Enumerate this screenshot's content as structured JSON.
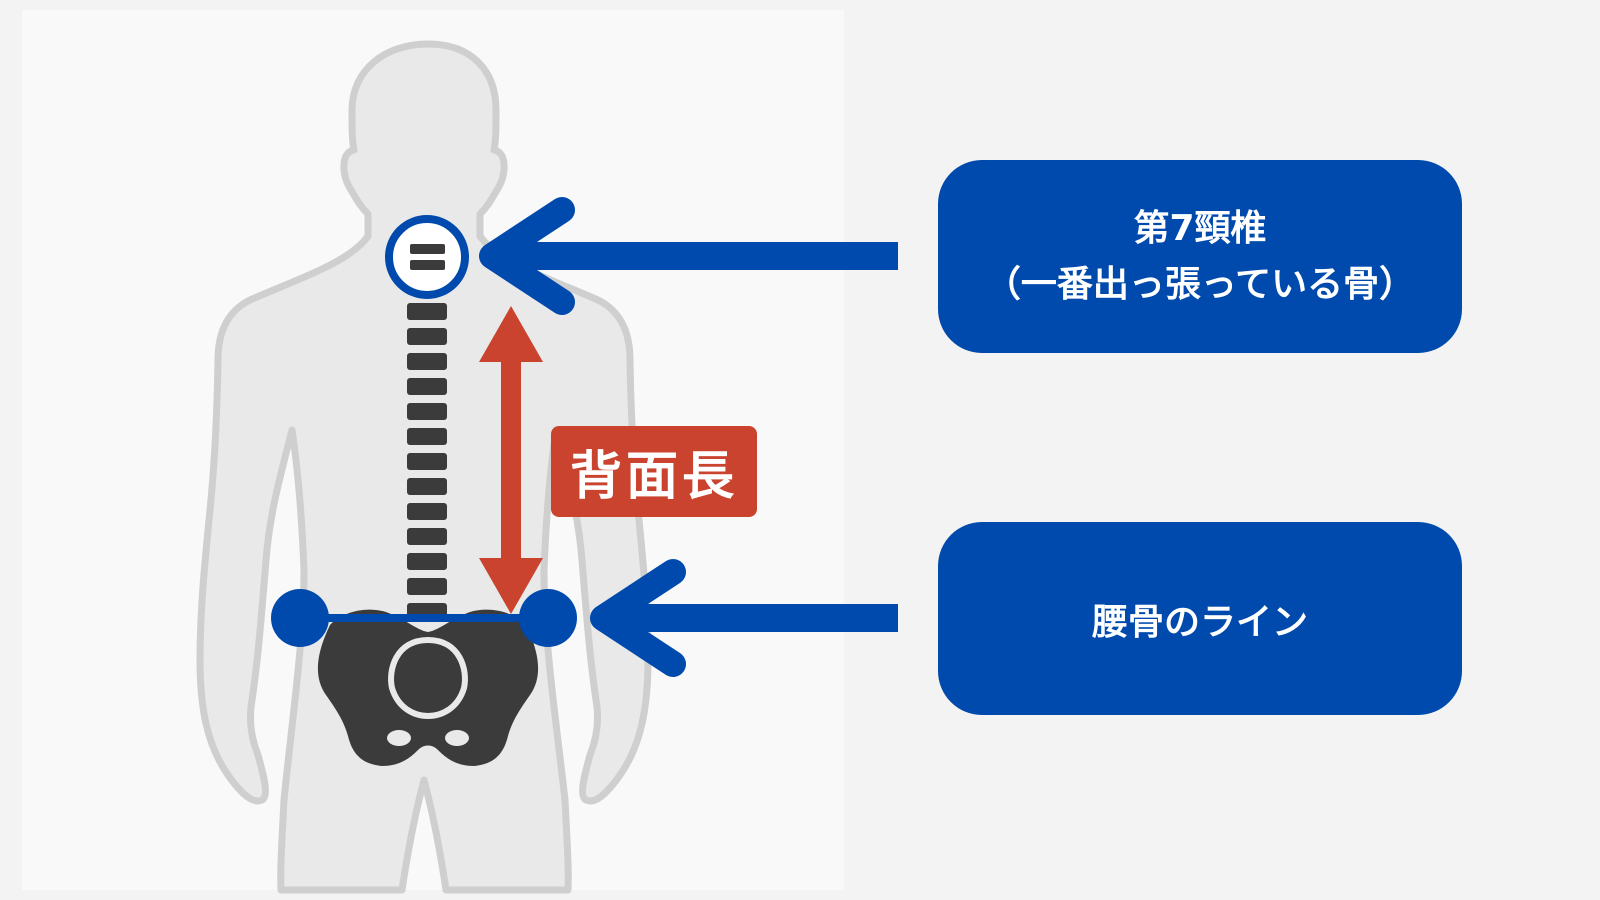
{
  "labels": {
    "back_length": "背面長",
    "c7_line1": "第7頸椎",
    "c7_line2": "（一番出っ張っている骨）",
    "waist_line": "腰骨のライン"
  },
  "colors": {
    "blue": "#004aad",
    "red": "#c9432f",
    "body_fill": "#e9e9e9",
    "body_outline": "#cfcfcf",
    "bone": "#3b3b3b",
    "background": "#f3f3f3"
  },
  "icons": {
    "left_arrow": "arrow-left-icon",
    "vertical_measure": "double-headed-arrow-icon",
    "vertebra_marker": "circle-marker-icon"
  }
}
